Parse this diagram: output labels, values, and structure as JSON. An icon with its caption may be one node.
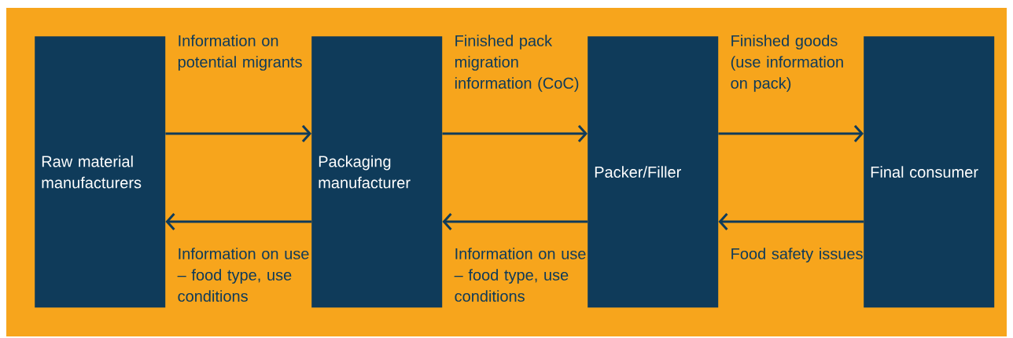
{
  "diagram": {
    "nodes": [
      {
        "text": [
          "Raw material manufacturers"
        ]
      },
      {
        "text": [
          "Packaging manufacturer"
        ]
      },
      {
        "text": [
          "Packer/Filler"
        ]
      },
      {
        "text": [
          "Final consumer"
        ]
      }
    ],
    "edges": [
      {
        "from": 0,
        "to": 1,
        "arrow": "to",
        "label": "Information on potential migrants"
      },
      {
        "from": 1,
        "to": 0,
        "arrow": "to",
        "label": "Information on use – food type, use conditions"
      },
      {
        "from": 1,
        "to": 2,
        "arrow": "to",
        "label": "Finished pack migration information (CoC)"
      },
      {
        "from": 2,
        "to": 1,
        "arrow": "to",
        "label": "Information on use – food type, use conditions"
      },
      {
        "from": 2,
        "to": 3,
        "arrow": "to",
        "label": "Finished goods (use information on pack)"
      },
      {
        "from": 3,
        "to": 2,
        "arrow": "to",
        "label": "Food safety issues"
      }
    ]
  }
}
